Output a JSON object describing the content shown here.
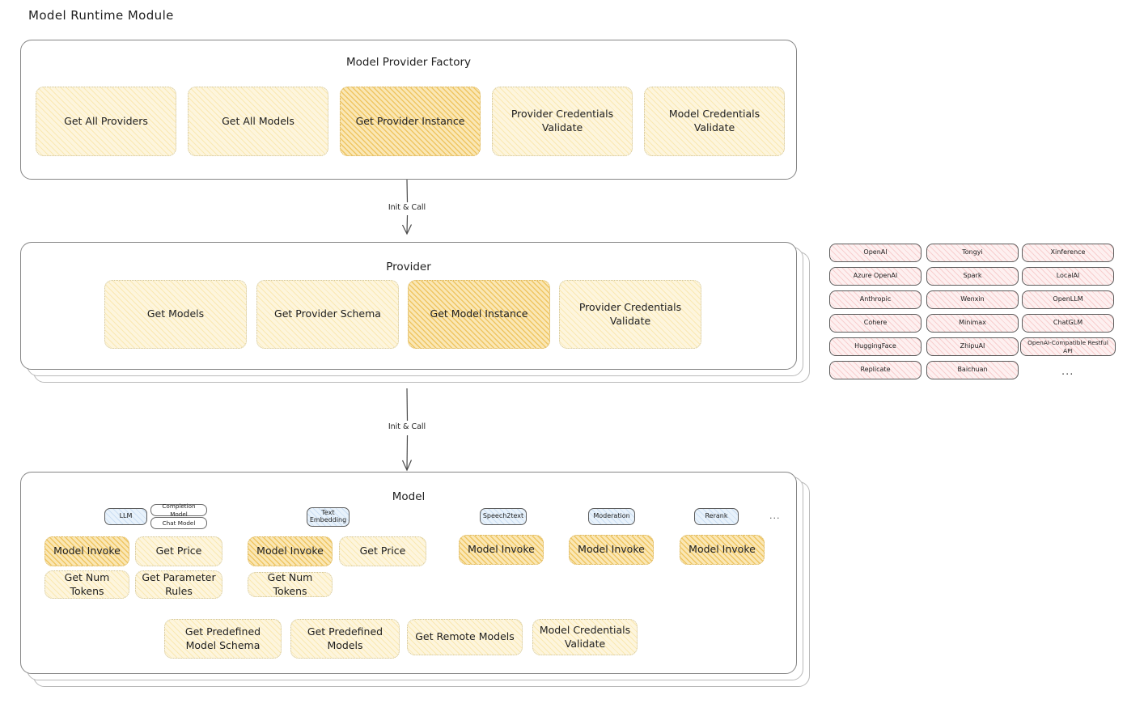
{
  "title": "Model Runtime Module",
  "factory": {
    "title": "Model Provider Factory",
    "nodes": [
      {
        "label": "Get All Providers",
        "highlighted": false
      },
      {
        "label": "Get All Models",
        "highlighted": false
      },
      {
        "label": "Get Provider Instance",
        "highlighted": true
      },
      {
        "label": "Provider Credentials Validate",
        "highlighted": false
      },
      {
        "label": "Model Credentials Validate",
        "highlighted": false
      }
    ]
  },
  "arrow1": {
    "label": "Init & Call"
  },
  "provider": {
    "title": "Provider",
    "nodes": [
      {
        "label": "Get Models",
        "highlighted": false
      },
      {
        "label": "Get Provider Schema",
        "highlighted": false
      },
      {
        "label": "Get Model Instance",
        "highlighted": true
      },
      {
        "label": "Provider Credentials Validate",
        "highlighted": false
      }
    ]
  },
  "provider_list": {
    "column1": [
      "OpenAI",
      "Azure OpenAI",
      "Anthropic",
      "Cohere",
      "HuggingFace",
      "Replicate"
    ],
    "column2": [
      "Tongyi",
      "Spark",
      "Wenxin",
      "Minimax",
      "ZhipuAI",
      "Baichuan"
    ],
    "column3": [
      "Xinference",
      "LocalAI",
      "OpenLLM",
      "ChatGLM",
      "OpenAI-Compatible Restful API"
    ],
    "more": "..."
  },
  "arrow2": {
    "label": "Init & Call"
  },
  "model": {
    "title": "Model",
    "more": "...",
    "types": [
      {
        "name": "LLM",
        "subtypes": [
          "Completion Model",
          "Chat Model"
        ]
      },
      {
        "name": "Text Embedding",
        "subtypes": []
      },
      {
        "name": "Speech2text",
        "subtypes": []
      },
      {
        "name": "Moderation",
        "subtypes": []
      },
      {
        "name": "Rerank",
        "subtypes": []
      }
    ],
    "llm_nodes": [
      {
        "label": "Model Invoke",
        "highlighted": true
      },
      {
        "label": "Get Price",
        "highlighted": false
      },
      {
        "label": "Get Num Tokens",
        "highlighted": false
      },
      {
        "label": "Get Parameter Rules",
        "highlighted": false
      }
    ],
    "embedding_nodes": [
      {
        "label": "Model Invoke",
        "highlighted": true
      },
      {
        "label": "Get Price",
        "highlighted": false
      },
      {
        "label": "Get Num Tokens",
        "highlighted": false
      }
    ],
    "speech_nodes": [
      {
        "label": "Model Invoke",
        "highlighted": true
      }
    ],
    "moderation_nodes": [
      {
        "label": "Model Invoke",
        "highlighted": true
      }
    ],
    "rerank_nodes": [
      {
        "label": "Model Invoke",
        "highlighted": true
      }
    ],
    "common_nodes": [
      {
        "label": "Get Predefined Model Schema",
        "highlighted": false
      },
      {
        "label": "Get Predefined Models",
        "highlighted": false
      },
      {
        "label": "Get Remote Models",
        "highlighted": false
      },
      {
        "label": "Model Credentials Validate",
        "highlighted": false
      }
    ]
  },
  "colors": {
    "highlight_amber": "#f5d27a",
    "light_yellow": "#fdf5dd",
    "provider_pink": "#fdf0f0",
    "model_type_blue": "#e8f2fb",
    "stroke": "#1e1e1e"
  }
}
